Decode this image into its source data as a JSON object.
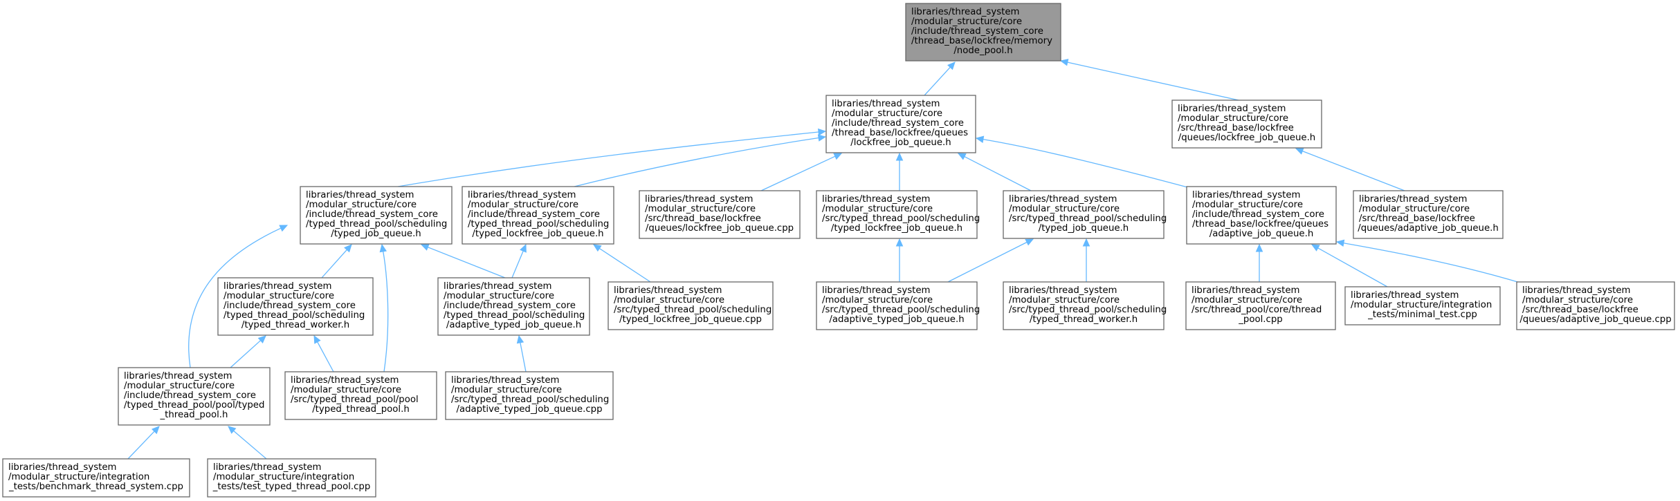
{
  "diagram": {
    "nodes": [
      {
        "id": "node_pool_h",
        "root": true,
        "lines": [
          "libraries/thread_system",
          "/modular_structure/core",
          "/include/thread_system_core",
          "/thread_base/lockfree/memory",
          "/node_pool.h"
        ]
      },
      {
        "id": "lockfree_job_queue_h_inc",
        "lines": [
          "libraries/thread_system",
          "/modular_structure/core",
          "/include/thread_system_core",
          "/thread_base/lockfree/queues",
          "/lockfree_job_queue.h"
        ]
      },
      {
        "id": "lockfree_job_queue_h_src",
        "lines": [
          "libraries/thread_system",
          "/modular_structure/core",
          "/src/thread_base/lockfree",
          "/queues/lockfree_job_queue.h"
        ]
      },
      {
        "id": "typed_job_queue_h_inc",
        "lines": [
          "libraries/thread_system",
          "/modular_structure/core",
          "/include/thread_system_core",
          "/typed_thread_pool/scheduling",
          "/typed_job_queue.h"
        ]
      },
      {
        "id": "typed_lockfree_job_queue_h_inc",
        "lines": [
          "libraries/thread_system",
          "/modular_structure/core",
          "/include/thread_system_core",
          "/typed_thread_pool/scheduling",
          "/typed_lockfree_job_queue.h"
        ]
      },
      {
        "id": "lockfree_job_queue_cpp",
        "lines": [
          "libraries/thread_system",
          "/modular_structure/core",
          "/src/thread_base/lockfree",
          "/queues/lockfree_job_queue.cpp"
        ]
      },
      {
        "id": "typed_lockfree_job_queue_h_src",
        "lines": [
          "libraries/thread_system",
          "/modular_structure/core",
          "/src/typed_thread_pool/scheduling",
          "/typed_lockfree_job_queue.h"
        ]
      },
      {
        "id": "typed_job_queue_h_src",
        "lines": [
          "libraries/thread_system",
          "/modular_structure/core",
          "/src/typed_thread_pool/scheduling",
          "/typed_job_queue.h"
        ]
      },
      {
        "id": "adaptive_job_queue_h_inc",
        "lines": [
          "libraries/thread_system",
          "/modular_structure/core",
          "/include/thread_system_core",
          "/thread_base/lockfree/queues",
          "/adaptive_job_queue.h"
        ]
      },
      {
        "id": "adaptive_job_queue_h_src",
        "lines": [
          "libraries/thread_system",
          "/modular_structure/core",
          "/src/thread_base/lockfree",
          "/queues/adaptive_job_queue.h"
        ]
      },
      {
        "id": "typed_thread_worker_h_inc",
        "lines": [
          "libraries/thread_system",
          "/modular_structure/core",
          "/include/thread_system_core",
          "/typed_thread_pool/scheduling",
          "/typed_thread_worker.h"
        ]
      },
      {
        "id": "adaptive_typed_job_queue_h_inc",
        "lines": [
          "libraries/thread_system",
          "/modular_structure/core",
          "/include/thread_system_core",
          "/typed_thread_pool/scheduling",
          "/adaptive_typed_job_queue.h"
        ]
      },
      {
        "id": "typed_lockfree_job_queue_cpp",
        "lines": [
          "libraries/thread_system",
          "/modular_structure/core",
          "/src/typed_thread_pool/scheduling",
          "/typed_lockfree_job_queue.cpp"
        ]
      },
      {
        "id": "adaptive_typed_job_queue_h_src",
        "lines": [
          "libraries/thread_system",
          "/modular_structure/core",
          "/src/typed_thread_pool/scheduling",
          "/adaptive_typed_job_queue.h"
        ]
      },
      {
        "id": "typed_thread_worker_h_src",
        "lines": [
          "libraries/thread_system",
          "/modular_structure/core",
          "/src/typed_thread_pool/scheduling",
          "/typed_thread_worker.h"
        ]
      },
      {
        "id": "thread_pool_cpp",
        "lines": [
          "libraries/thread_system",
          "/modular_structure/core",
          "/src/thread_pool/core/thread",
          "_pool.cpp"
        ]
      },
      {
        "id": "minimal_test_cpp",
        "lines": [
          "libraries/thread_system",
          "/modular_structure/integration",
          "_tests/minimal_test.cpp"
        ]
      },
      {
        "id": "adaptive_job_queue_cpp",
        "lines": [
          "libraries/thread_system",
          "/modular_structure/core",
          "/src/thread_base/lockfree",
          "/queues/adaptive_job_queue.cpp"
        ]
      },
      {
        "id": "typed_thread_pool_h_inc",
        "lines": [
          "libraries/thread_system",
          "/modular_structure/core",
          "/include/thread_system_core",
          "/typed_thread_pool/pool/typed",
          "_thread_pool.h"
        ]
      },
      {
        "id": "typed_thread_pool_h_src",
        "lines": [
          "libraries/thread_system",
          "/modular_structure/core",
          "/src/typed_thread_pool/pool",
          "/typed_thread_pool.h"
        ]
      },
      {
        "id": "adaptive_typed_job_queue_cpp",
        "lines": [
          "libraries/thread_system",
          "/modular_structure/core",
          "/src/typed_thread_pool/scheduling",
          "/adaptive_typed_job_queue.cpp"
        ]
      },
      {
        "id": "benchmark_thread_system_cpp",
        "lines": [
          "libraries/thread_system",
          "/modular_structure/integration",
          "_tests/benchmark_thread_system.cpp"
        ]
      },
      {
        "id": "test_typed_thread_pool_cpp",
        "lines": [
          "libraries/thread_system",
          "/modular_structure/integration",
          "_tests/test_typed_thread_pool.cpp"
        ]
      }
    ],
    "edges": [
      {
        "from": "lockfree_job_queue_h_inc",
        "to": "node_pool_h"
      },
      {
        "from": "lockfree_job_queue_h_src",
        "to": "node_pool_h"
      },
      {
        "from": "typed_job_queue_h_inc",
        "to": "lockfree_job_queue_h_inc"
      },
      {
        "from": "typed_lockfree_job_queue_h_inc",
        "to": "lockfree_job_queue_h_inc"
      },
      {
        "from": "lockfree_job_queue_cpp",
        "to": "lockfree_job_queue_h_inc"
      },
      {
        "from": "typed_lockfree_job_queue_h_src",
        "to": "lockfree_job_queue_h_inc"
      },
      {
        "from": "typed_job_queue_h_src",
        "to": "lockfree_job_queue_h_inc"
      },
      {
        "from": "adaptive_job_queue_h_inc",
        "to": "lockfree_job_queue_h_inc"
      },
      {
        "from": "adaptive_job_queue_h_src",
        "to": "lockfree_job_queue_h_src"
      },
      {
        "from": "typed_thread_worker_h_inc",
        "to": "typed_job_queue_h_inc"
      },
      {
        "from": "adaptive_typed_job_queue_h_inc",
        "to": "typed_job_queue_h_inc"
      },
      {
        "from": "typed_thread_pool_h_inc",
        "to": "typed_job_queue_h_inc"
      },
      {
        "from": "typed_thread_pool_h_src",
        "to": "typed_job_queue_h_inc"
      },
      {
        "from": "adaptive_typed_job_queue_h_inc",
        "to": "typed_lockfree_job_queue_h_inc"
      },
      {
        "from": "typed_lockfree_job_queue_cpp",
        "to": "typed_lockfree_job_queue_h_inc"
      },
      {
        "from": "adaptive_typed_job_queue_h_src",
        "to": "typed_lockfree_job_queue_h_src"
      },
      {
        "from": "adaptive_typed_job_queue_h_src",
        "to": "typed_job_queue_h_src"
      },
      {
        "from": "typed_thread_worker_h_src",
        "to": "typed_job_queue_h_src"
      },
      {
        "from": "thread_pool_cpp",
        "to": "adaptive_job_queue_h_inc"
      },
      {
        "from": "minimal_test_cpp",
        "to": "adaptive_job_queue_h_inc"
      },
      {
        "from": "adaptive_job_queue_cpp",
        "to": "adaptive_job_queue_h_inc"
      },
      {
        "from": "typed_thread_pool_h_inc",
        "to": "typed_thread_worker_h_inc"
      },
      {
        "from": "typed_thread_pool_h_src",
        "to": "typed_thread_worker_h_inc"
      },
      {
        "from": "adaptive_typed_job_queue_cpp",
        "to": "adaptive_typed_job_queue_h_inc"
      },
      {
        "from": "benchmark_thread_system_cpp",
        "to": "typed_thread_pool_h_inc"
      },
      {
        "from": "test_typed_thread_pool_cpp",
        "to": "typed_thread_pool_h_inc"
      }
    ],
    "colors": {
      "edge": "#63b8ff",
      "node_border": "#666666",
      "node_fill": "#ffffff",
      "root_fill": "#999999"
    }
  }
}
